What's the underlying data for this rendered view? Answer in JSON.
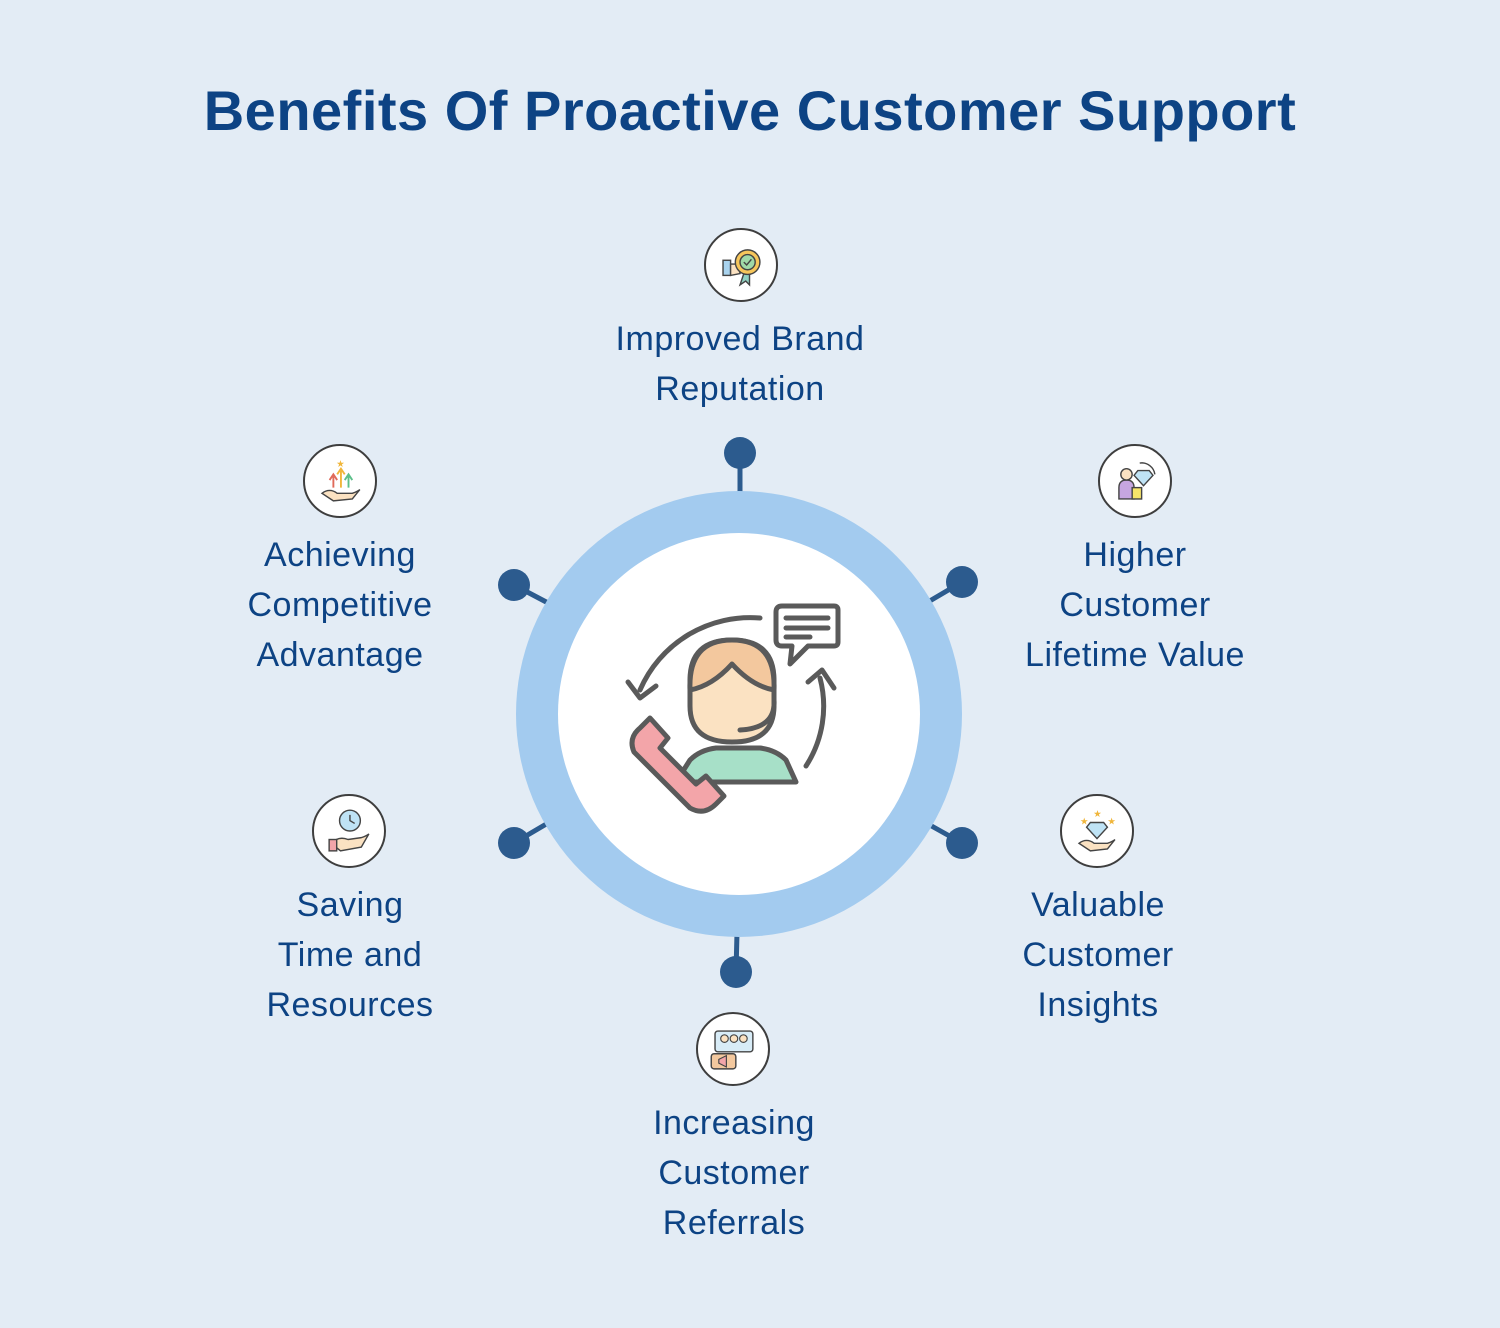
{
  "title": "Benefits Of Proactive Customer Support",
  "colors": {
    "background": "#e3ecf5",
    "title": "#0d4384",
    "ring": "#a3cbef",
    "node": "#2c5b8e"
  },
  "center_icon": "customer-support-agent-icon",
  "benefits": [
    {
      "id": "brand",
      "icon": "award-badge-icon",
      "lines": [
        "Improved Brand",
        "Reputation"
      ]
    },
    {
      "id": "lifetime",
      "icon": "shopper-diamond-icon",
      "lines": [
        "Higher",
        "Customer",
        "Lifetime Value"
      ]
    },
    {
      "id": "insights",
      "icon": "diamond-hand-icon",
      "lines": [
        "Valuable",
        "Customer",
        "Insights"
      ]
    },
    {
      "id": "referrals",
      "icon": "group-megaphone-icon",
      "lines": [
        "Increasing",
        "Customer",
        "Referrals"
      ]
    },
    {
      "id": "saving",
      "icon": "clock-hand-icon",
      "lines": [
        "Saving",
        "Time and",
        "Resources"
      ]
    },
    {
      "id": "competitive",
      "icon": "growth-arrows-icon",
      "lines": [
        "Achieving",
        "Competitive",
        "Advantage"
      ]
    }
  ]
}
